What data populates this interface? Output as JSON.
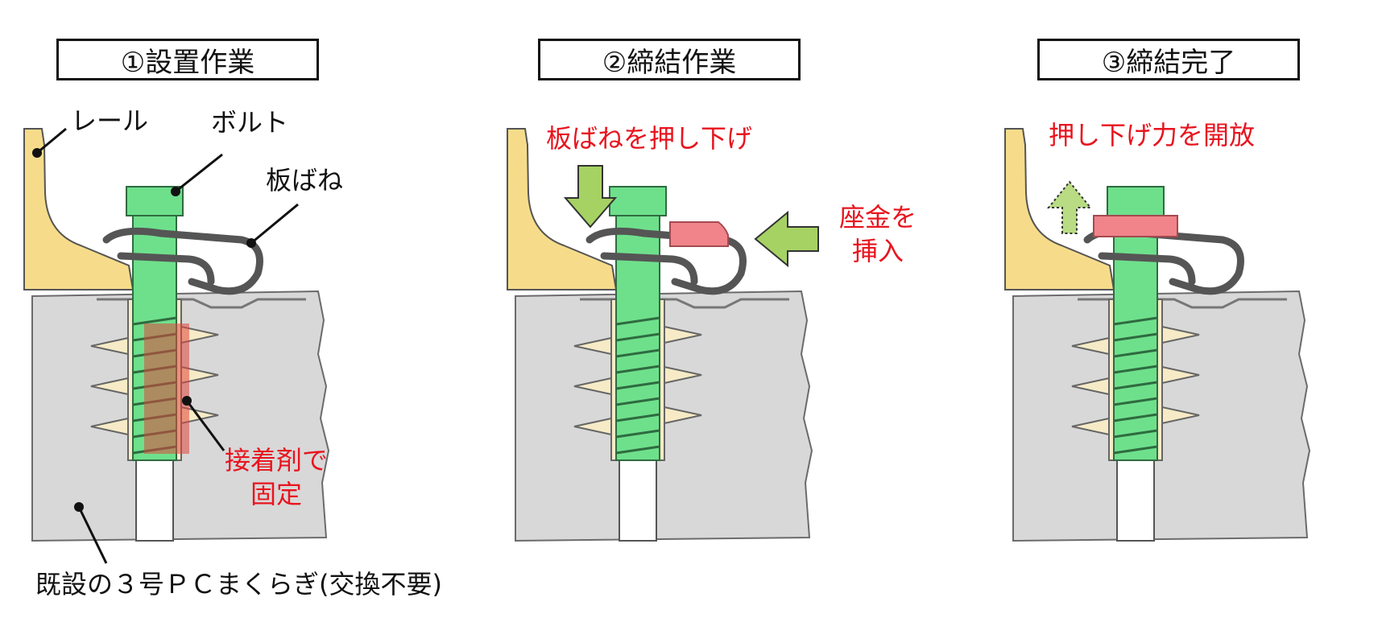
{
  "steps": [
    {
      "title": "①設置作業"
    },
    {
      "title": "②締結作業"
    },
    {
      "title": "③締結完了"
    }
  ],
  "labels": {
    "rail": "レール",
    "bolt": "ボルト",
    "leaf_spring": "板ばね",
    "adhesive_line1": "接着剤で",
    "adhesive_line2": "固定",
    "sleeper": "既設の３号ＰＣまくらぎ(交換不要)",
    "push_down": "板ばねを押し下げ",
    "washer_line1": "座金を",
    "washer_line2": "挿入",
    "release": "押し下げ力を開放"
  },
  "colors": {
    "rail": "#f6dc8a",
    "bolt": "#6ee08c",
    "sleeper": "#d8d8d8",
    "anchor": "#f6ebc6",
    "adhesive": "#e0463c",
    "washer": "#f0848a",
    "arrow": "#a6d264",
    "annotation_red": "#e8141e"
  }
}
